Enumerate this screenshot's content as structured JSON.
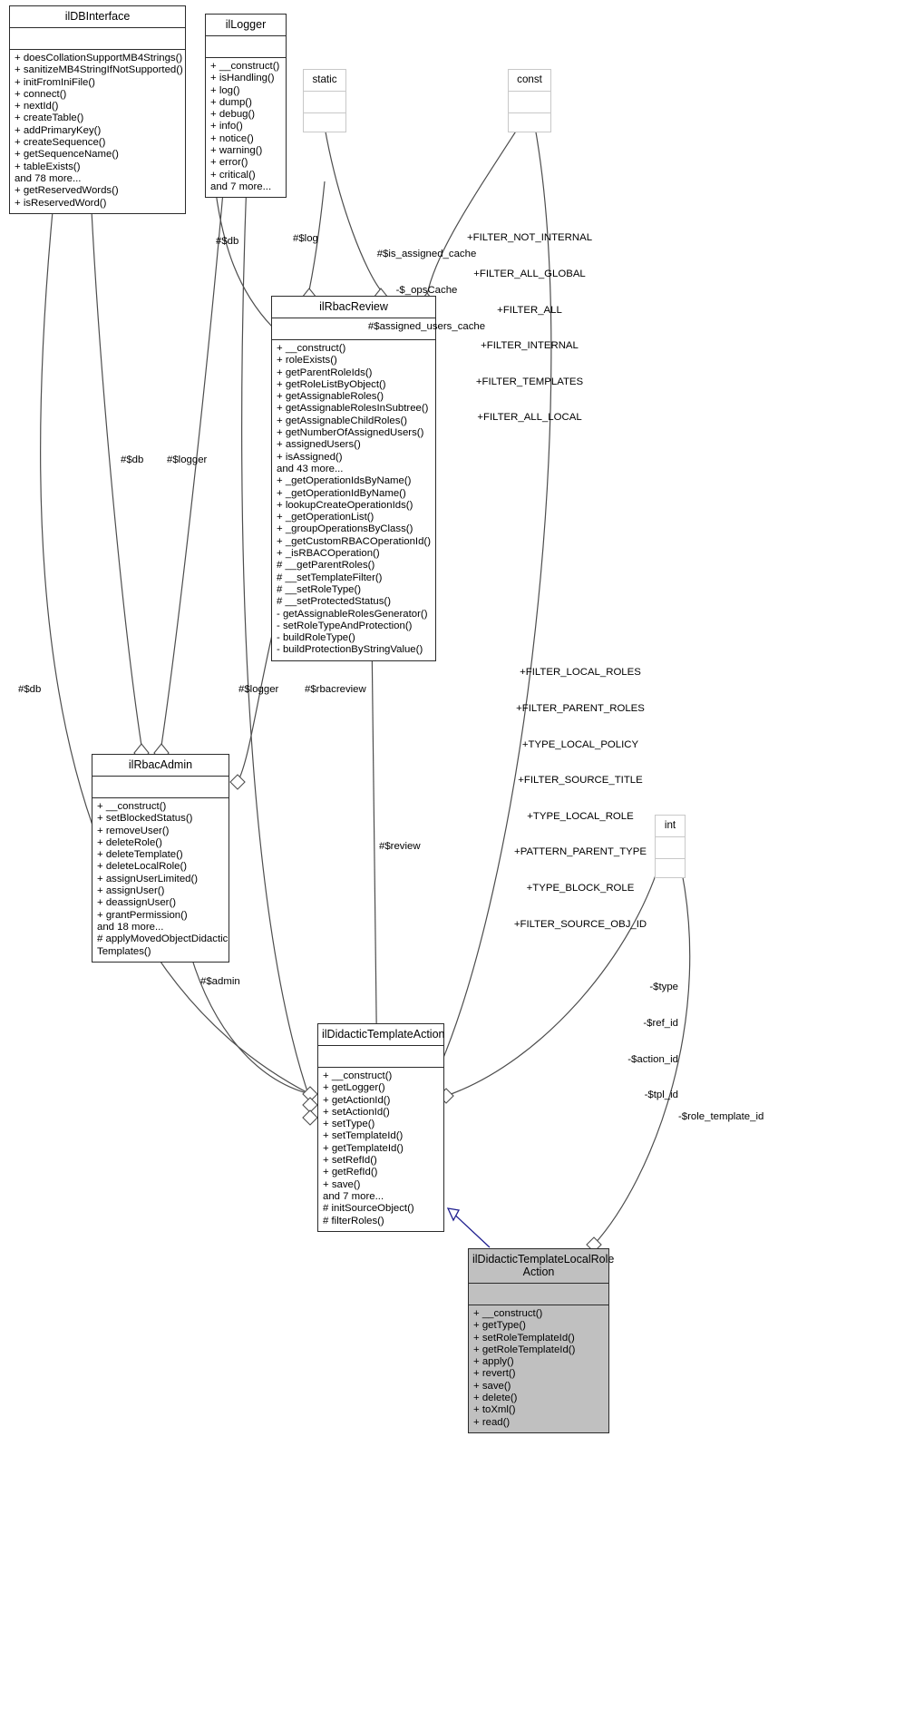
{
  "diagram": {
    "kind": "uml-class-collaboration-diagram",
    "title": "ilDidacticTemplateLocalRoleAction collaboration diagram"
  },
  "classes": [
    {
      "id": "ilDBInterface",
      "name": "ilDBInterface",
      "attributes": [],
      "operations": [
        "+ doesCollationSupportMB4Strings()",
        "+ sanitizeMB4StringIfNotSupported()",
        "+ initFromIniFile()",
        "+ connect()",
        "+ nextId()",
        "+ createTable()",
        "+ addPrimaryKey()",
        "+ createSequence()",
        "+ getSequenceName()",
        "+ tableExists()",
        "and 78 more...",
        "+ getReservedWords()",
        "+ isReservedWord()"
      ]
    },
    {
      "id": "ilLogger",
      "name": "ilLogger",
      "attributes": [],
      "operations": [
        "+ __construct()",
        "+ isHandling()",
        "+ log()",
        "+ dump()",
        "+ debug()",
        "+ info()",
        "+ notice()",
        "+ warning()",
        "+ error()",
        "+ critical()",
        "and 7 more..."
      ]
    },
    {
      "id": "static",
      "name": "static",
      "attributes": [],
      "operations": []
    },
    {
      "id": "const",
      "name": "const",
      "attributes": [],
      "operations": []
    },
    {
      "id": "int",
      "name": "int",
      "attributes": [],
      "operations": []
    },
    {
      "id": "ilRbacReview",
      "name": "ilRbacReview",
      "attributes": [],
      "operations": [
        "+ __construct()",
        "+ roleExists()",
        "+ getParentRoleIds()",
        "+ getRoleListByObject()",
        "+ getAssignableRoles()",
        "+ getAssignableRolesInSubtree()",
        "+ getAssignableChildRoles()",
        "+ getNumberOfAssignedUsers()",
        "+ assignedUsers()",
        "+ isAssigned()",
        "and 43 more...",
        "+ _getOperationIdsByName()",
        "+ _getOperationIdByName()",
        "+ lookupCreateOperationIds()",
        "+ _getOperationList()",
        "+ _groupOperationsByClass()",
        "+ _getCustomRBACOperationId()",
        "+ _isRBACOperation()",
        "# __getParentRoles()",
        "# __setTemplateFilter()",
        "# __setRoleType()",
        "# __setProtectedStatus()",
        "- getAssignableRolesGenerator()",
        "- setRoleTypeAndProtection()",
        "- buildRoleType()",
        "- buildProtectionByStringValue()"
      ]
    },
    {
      "id": "ilRbacAdmin",
      "name": "ilRbacAdmin",
      "attributes": [],
      "operations": [
        "+ __construct()",
        "+ setBlockedStatus()",
        "+ removeUser()",
        "+ deleteRole()",
        "+ deleteTemplate()",
        "+ deleteLocalRole()",
        "+ assignUserLimited()",
        "+ assignUser()",
        "+ deassignUser()",
        "+ grantPermission()",
        "and 18 more...",
        "# applyMovedObjectDidactic",
        "Templates()"
      ]
    },
    {
      "id": "ilDidacticTemplateAction",
      "name": "ilDidacticTemplateAction",
      "attributes": [],
      "operations": [
        "+ __construct()",
        "+ getLogger()",
        "+ getActionId()",
        "+ setActionId()",
        "+ setType()",
        "+ setTemplateId()",
        "+ getTemplateId()",
        "+ setRefId()",
        "+ getRefId()",
        "+ save()",
        "and 7 more...",
        "# initSourceObject()",
        "# filterRoles()"
      ]
    },
    {
      "id": "ilDidacticTemplateLocalRoleAction",
      "name": "ilDidacticTemplateLocalRole\nAction",
      "name_line1": "ilDidacticTemplateLocalRole",
      "name_line2": "Action",
      "attributes": [],
      "operations": [
        "+ __construct()",
        "+ getType()",
        "+ setRoleTemplateId()",
        "+ getRoleTemplateId()",
        "+ apply()",
        "+ revert()",
        "+ save()",
        "+ delete()",
        "+ toXml()",
        "+ read()"
      ]
    }
  ],
  "edge_labels": [
    {
      "id": "db_review",
      "text": "#$db"
    },
    {
      "id": "log_review",
      "text": "#$log"
    },
    {
      "id": "review_caches",
      "lines": [
        "#$is_assigned_cache",
        "-$_opsCache",
        "#$assigned_users_cache"
      ]
    },
    {
      "id": "const_filters_top",
      "lines": [
        "+FILTER_NOT_INTERNAL",
        "+FILTER_ALL_GLOBAL",
        "+FILTER_ALL",
        "+FILTER_INTERNAL",
        "+FILTER_TEMPLATES",
        "+FILTER_ALL_LOCAL"
      ]
    },
    {
      "id": "const_filters_bottom",
      "lines": [
        "+FILTER_LOCAL_ROLES",
        "+FILTER_PARENT_ROLES",
        "+TYPE_LOCAL_POLICY",
        "+FILTER_SOURCE_TITLE",
        "+TYPE_LOCAL_ROLE",
        "+PATTERN_PARENT_TYPE",
        "+TYPE_BLOCK_ROLE",
        "+FILTER_SOURCE_OBJ_ID"
      ]
    },
    {
      "id": "db_admin",
      "text": "#$db"
    },
    {
      "id": "logger_admin",
      "text": "#$logger"
    },
    {
      "id": "db_action",
      "text": "#$db"
    },
    {
      "id": "logger_action",
      "text": "#$logger"
    },
    {
      "id": "rbacreview_action",
      "text": "#$rbacreview"
    },
    {
      "id": "review_action",
      "text": "#$review"
    },
    {
      "id": "admin_action",
      "text": "#$admin"
    },
    {
      "id": "int_fields",
      "lines": [
        "-$type",
        "-$ref_id",
        "-$action_id",
        "-$tpl_id"
      ]
    },
    {
      "id": "role_template_id",
      "text": "-$role_template_id"
    }
  ],
  "colors": {
    "box_border": "#2b2b2b",
    "light_border": "#c8c8c8",
    "highlight_fill": "#c0c0c0",
    "edge": "#4d4d4d",
    "inheritance_edge": "#1f1f8f",
    "background": "#ffffff"
  }
}
